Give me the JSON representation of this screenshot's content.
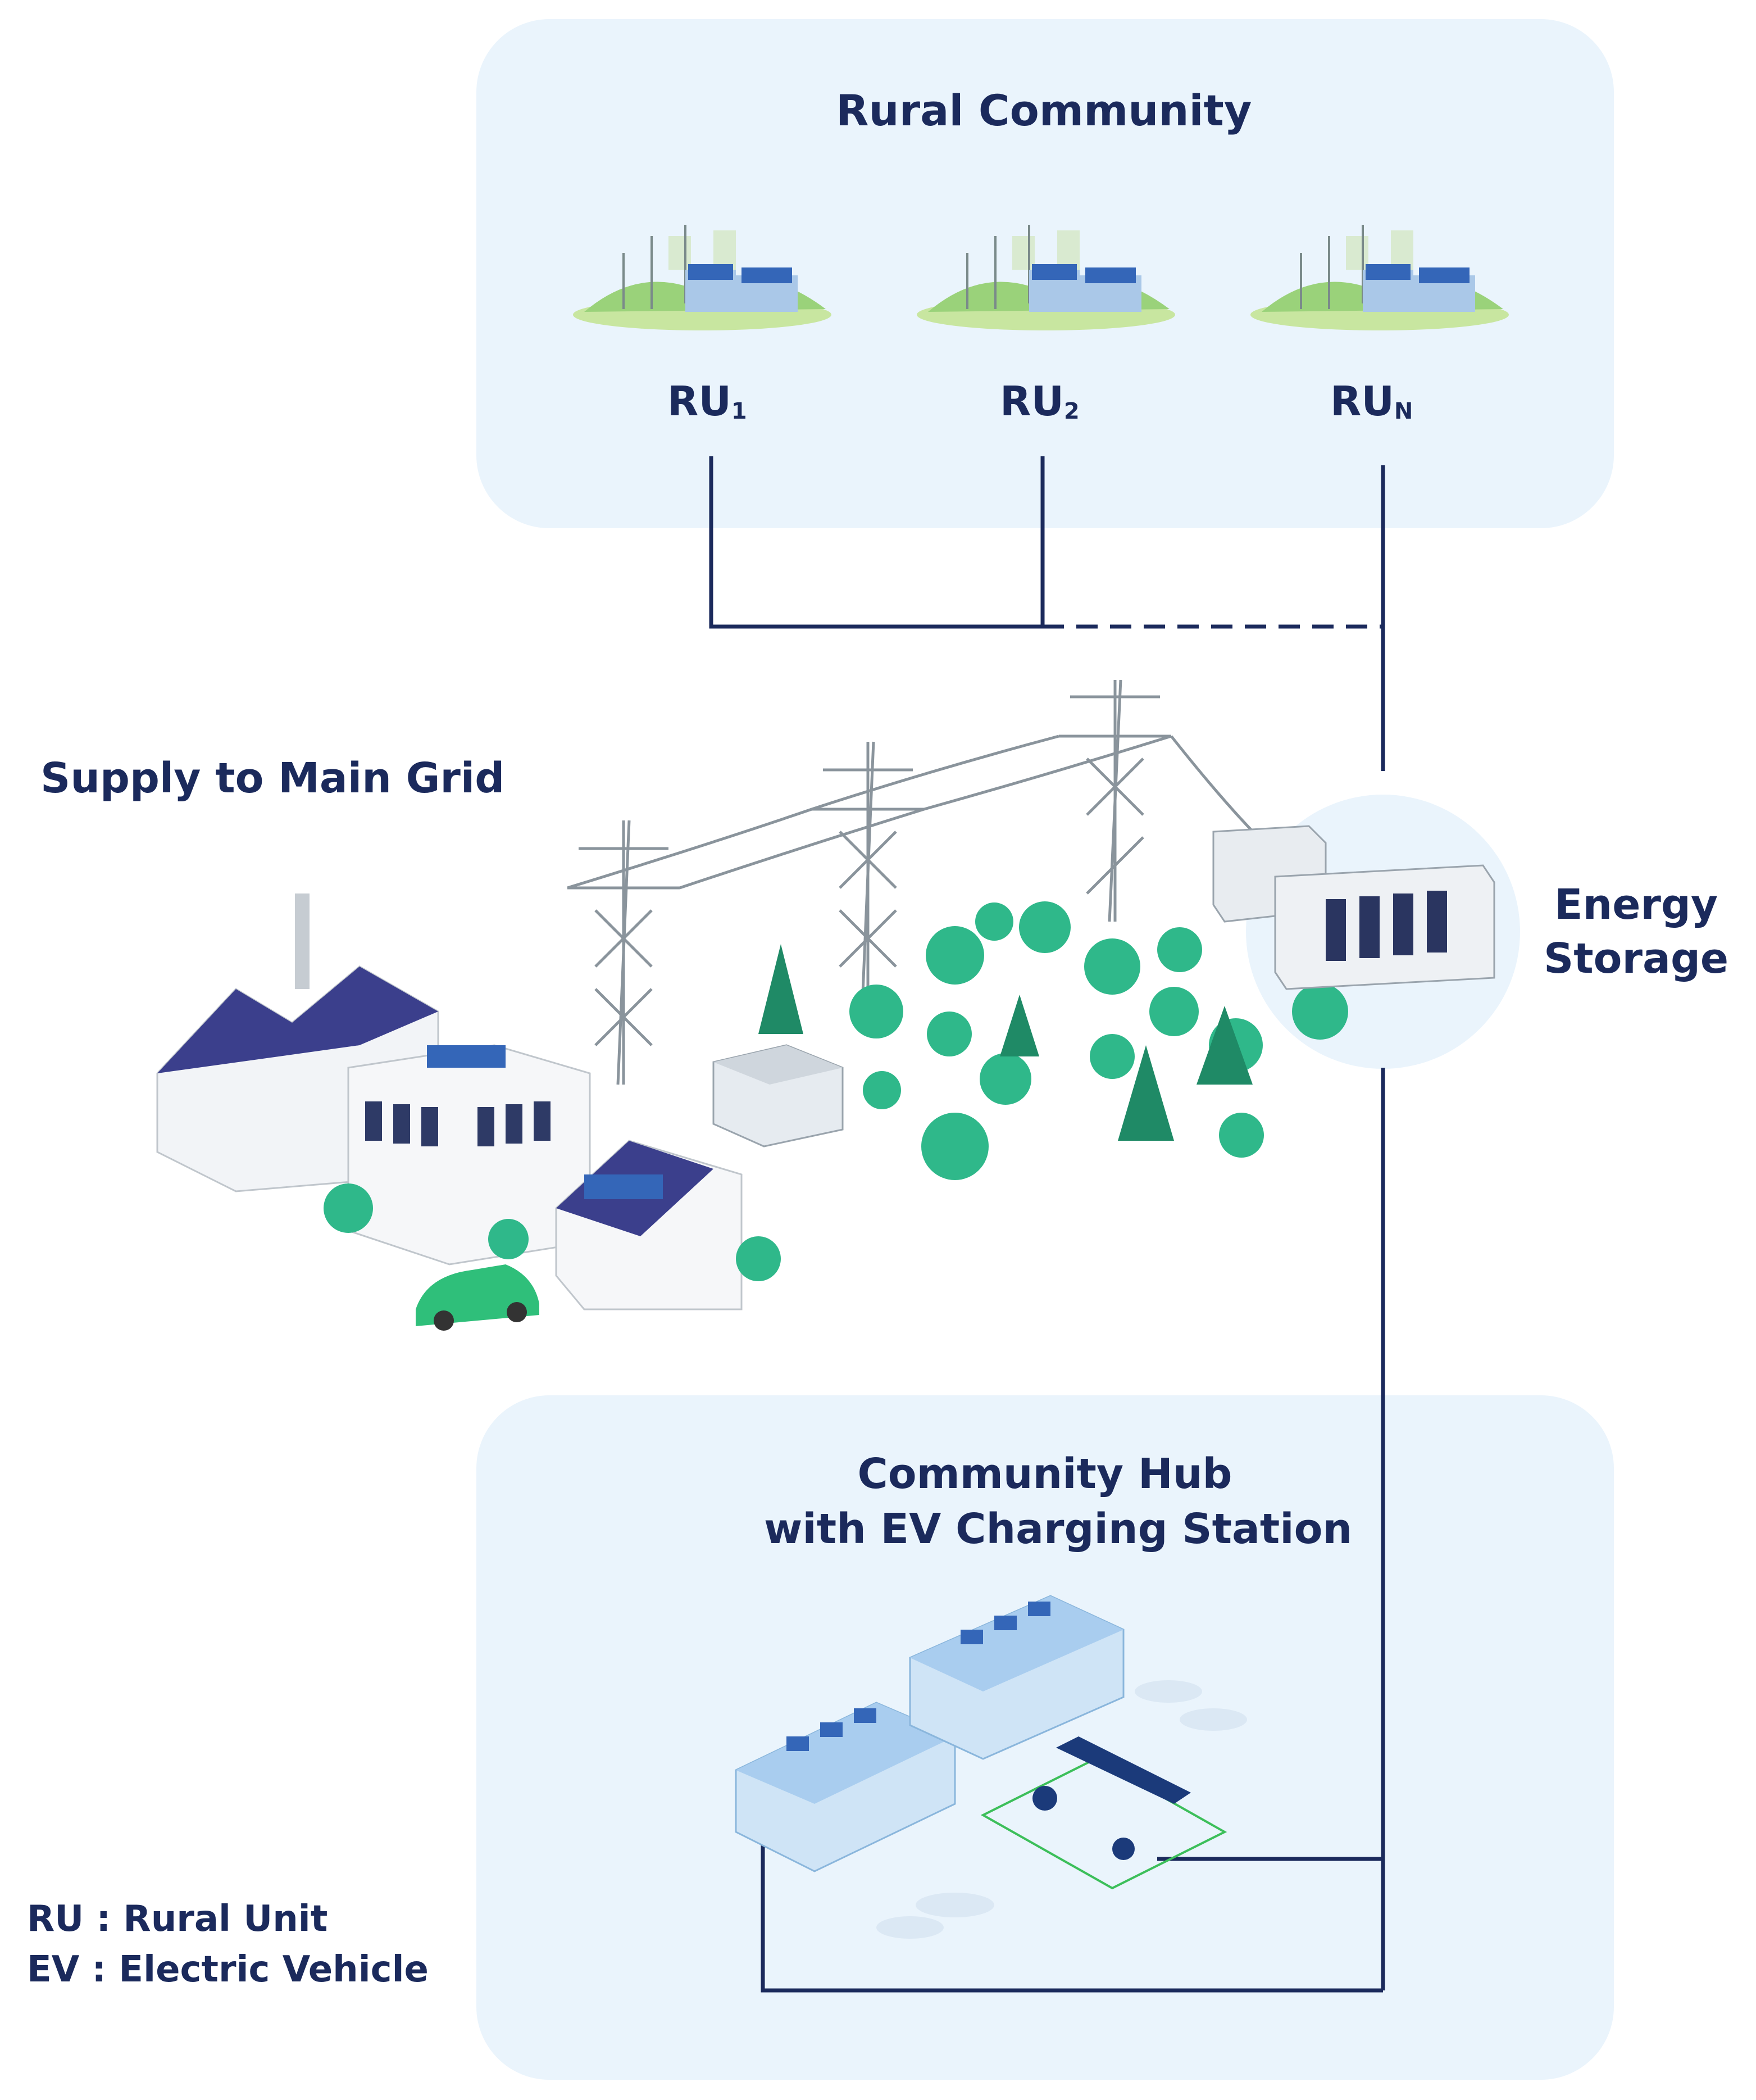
{
  "rural_community": {
    "title": "Rural Community",
    "units": [
      {
        "prefix": "RU",
        "sub": "1"
      },
      {
        "prefix": "RU",
        "sub": "2"
      },
      {
        "prefix": "RU",
        "sub": "N"
      }
    ]
  },
  "main_grid": {
    "title": "Supply to Main Grid"
  },
  "energy_storage": {
    "line1": "Energy",
    "line2": "Storage"
  },
  "community_hub": {
    "line1": "Community Hub",
    "line2": "with EV Charging Station"
  },
  "legend": {
    "ru": "RU : Rural Unit",
    "ev": "EV : Electric Vehicle"
  },
  "colors": {
    "panel": "#eaf4fc",
    "line": "#1b2a5c",
    "roof": "#3b3f8c",
    "tree": "#2fb88a",
    "ev_car": "#2fbf7a"
  }
}
